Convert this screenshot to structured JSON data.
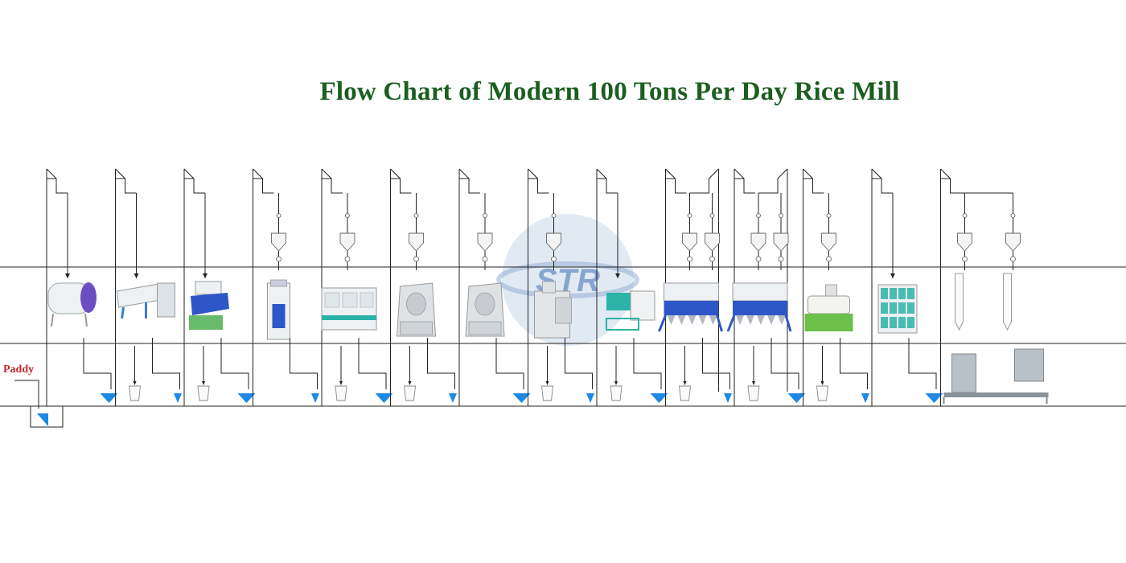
{
  "title": "Flow Chart of Modern 100 Tons Per Day Rice Mill",
  "input_label": "Paddy",
  "watermark_text": "STR",
  "colors": {
    "title": "#1b5e20",
    "paddy": "#c62828",
    "line": "#222222",
    "funnel": "#1e88e5",
    "watermark": "#3f6fb5",
    "machine_white": "#eef1f4",
    "machine_blue": "#2f56c8",
    "machine_teal": "#2bb3a8",
    "machine_green": "#6cc04a"
  },
  "machines": [
    {
      "name": "drum-pre-cleaner",
      "kind": "drum",
      "accent": "#6b4fc2",
      "elevators": 1,
      "feeders": 0
    },
    {
      "name": "vibrating-cleaner",
      "kind": "vibro",
      "accent": "#3a7bd5",
      "elevators": 1,
      "feeders": 0
    },
    {
      "name": "destoner",
      "kind": "destoner",
      "accent": "#2f56c8",
      "elevators": 1,
      "feeders": 0
    },
    {
      "name": "husker",
      "kind": "tall",
      "accent": "#2f56c8",
      "elevators": 1,
      "feeders": 1
    },
    {
      "name": "paddy-separator",
      "kind": "separator",
      "accent": "#2bb3a8",
      "elevators": 1,
      "feeders": 1
    },
    {
      "name": "whitener-1",
      "kind": "whitener",
      "accent": "#9aa4ad",
      "elevators": 1,
      "feeders": 1
    },
    {
      "name": "whitener-2",
      "kind": "whitener",
      "accent": "#9aa4ad",
      "elevators": 1,
      "feeders": 1
    },
    {
      "name": "water-polisher",
      "kind": "polisher",
      "accent": "#9aa4ad",
      "elevators": 1,
      "feeders": 1
    },
    {
      "name": "rice-grader",
      "kind": "grader",
      "accent": "#2bb3a8",
      "elevators": 1,
      "feeders": 0
    },
    {
      "name": "color-sorter-1",
      "kind": "sorter",
      "accent": "#2f56c8",
      "elevators": 2,
      "feeders": 2
    },
    {
      "name": "color-sorter-2",
      "kind": "sorter",
      "accent": "#2f56c8",
      "elevators": 2,
      "feeders": 2
    },
    {
      "name": "length-grader",
      "kind": "length",
      "accent": "#6cc04a",
      "elevators": 1,
      "feeders": 1
    },
    {
      "name": "rice-silo",
      "kind": "silo",
      "accent": "#2bb3a8",
      "elevators": 1,
      "feeders": 0
    },
    {
      "name": "packing-machine",
      "kind": "packing",
      "accent": "#9aa4ad",
      "elevators": 1,
      "feeders": 2
    }
  ]
}
